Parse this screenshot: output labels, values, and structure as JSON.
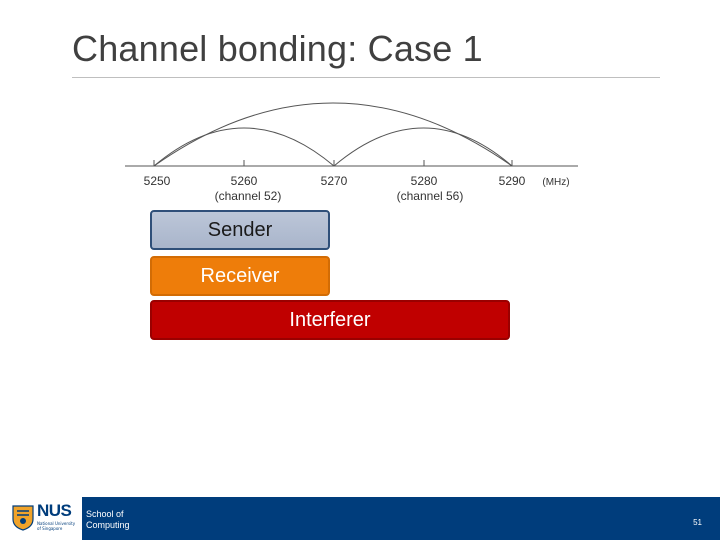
{
  "slide": {
    "title": "Channel bonding: Case 1",
    "page_number": "51"
  },
  "diagram": {
    "unit": "(MHz)",
    "ticks": [
      {
        "value": "5250",
        "sublabel": ""
      },
      {
        "value": "5260",
        "sublabel": "(channel 52)"
      },
      {
        "value": "5270",
        "sublabel": ""
      },
      {
        "value": "5280",
        "sublabel": "(channel 56)"
      },
      {
        "value": "5290",
        "sublabel": ""
      }
    ],
    "bars": {
      "sender": "Sender",
      "receiver": "Receiver",
      "interferer": "Interferer"
    }
  },
  "footer": {
    "logo_text": "NUS",
    "logo_subtext": "National University of Singapore",
    "school_line1": "School of",
    "school_line2": "Computing"
  },
  "colors": {
    "title": "#404040",
    "sender": "#a9b5cb",
    "receiver": "#ee7d0a",
    "interferer": "#c00000",
    "footer": "#003d7c"
  }
}
